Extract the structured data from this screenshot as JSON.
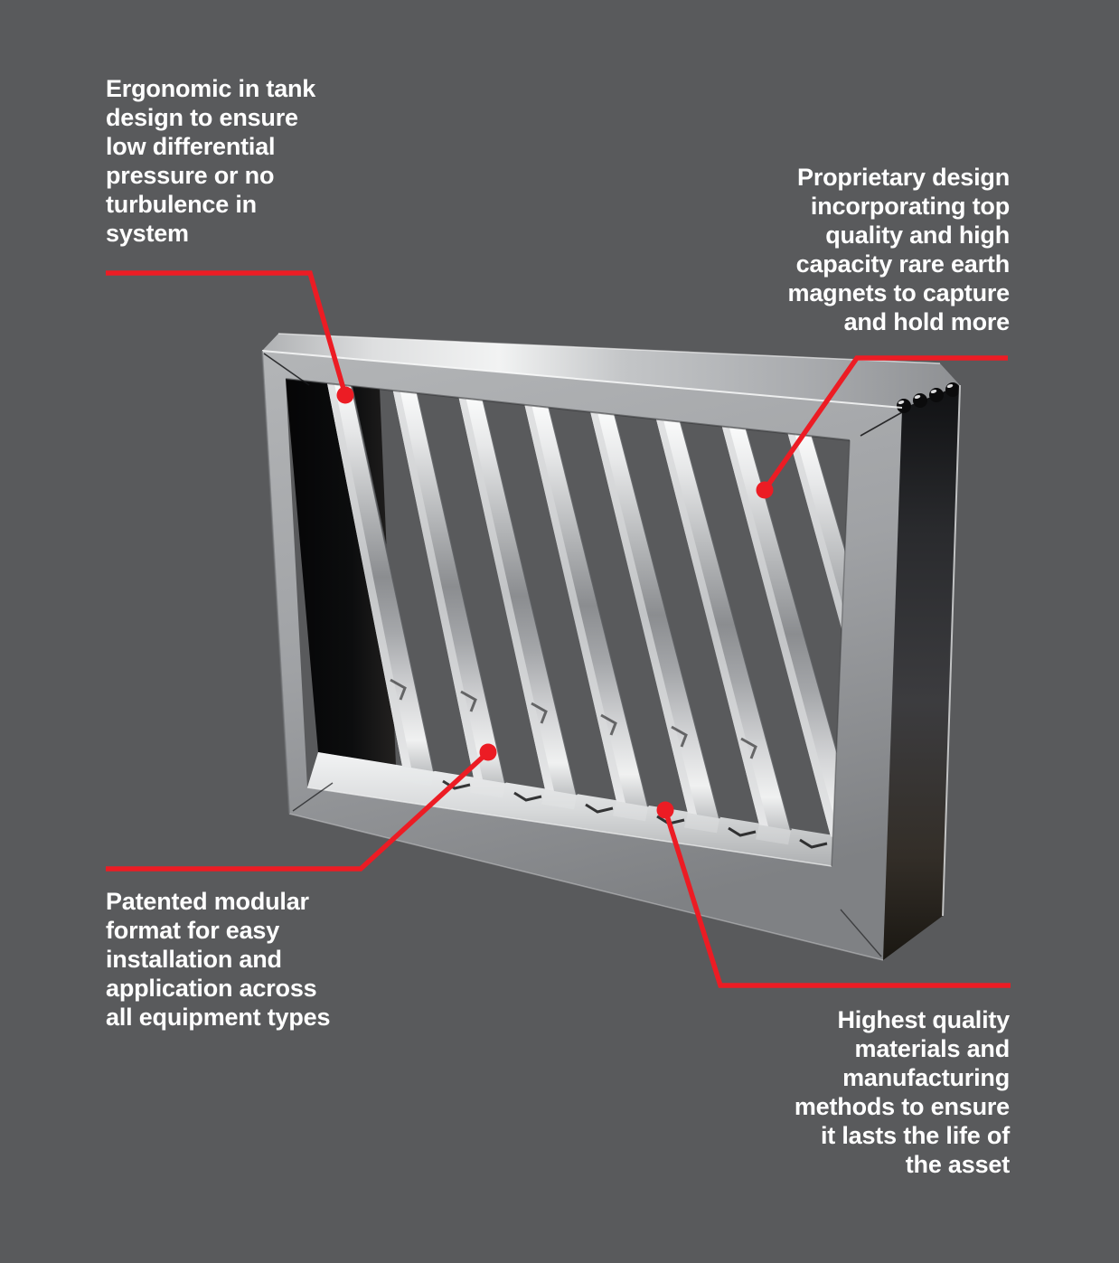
{
  "page": {
    "colors": {
      "background": "#595A5C",
      "accent": "#EC1C24",
      "text": "#FFFFFF"
    }
  },
  "product": {
    "description": "3D render of a stainless steel modular magnetic grate filter: rectangular metal frame with eight vertical magnet bars, spring clips on the top-right edge and a dark brushed-metal right side"
  },
  "annotations": [
    {
      "id": "ergonomic",
      "text": "Ergonomic in tank\ndesign to ensure\nlow differential\npressure or no\nturbulence in\nsystem"
    },
    {
      "id": "proprietary",
      "text": "Proprietary design\nincorporating top\nquality and high\ncapacity rare earth\nmagnets to capture\nand hold more"
    },
    {
      "id": "modular",
      "text": "Patented modular\nformat for easy\ninstallation and\napplication across\nall equipment types"
    },
    {
      "id": "quality",
      "text": "Highest quality\nmaterials and\nmanufacturing\nmethods to ensure\nit lasts the life of\nthe asset"
    }
  ]
}
